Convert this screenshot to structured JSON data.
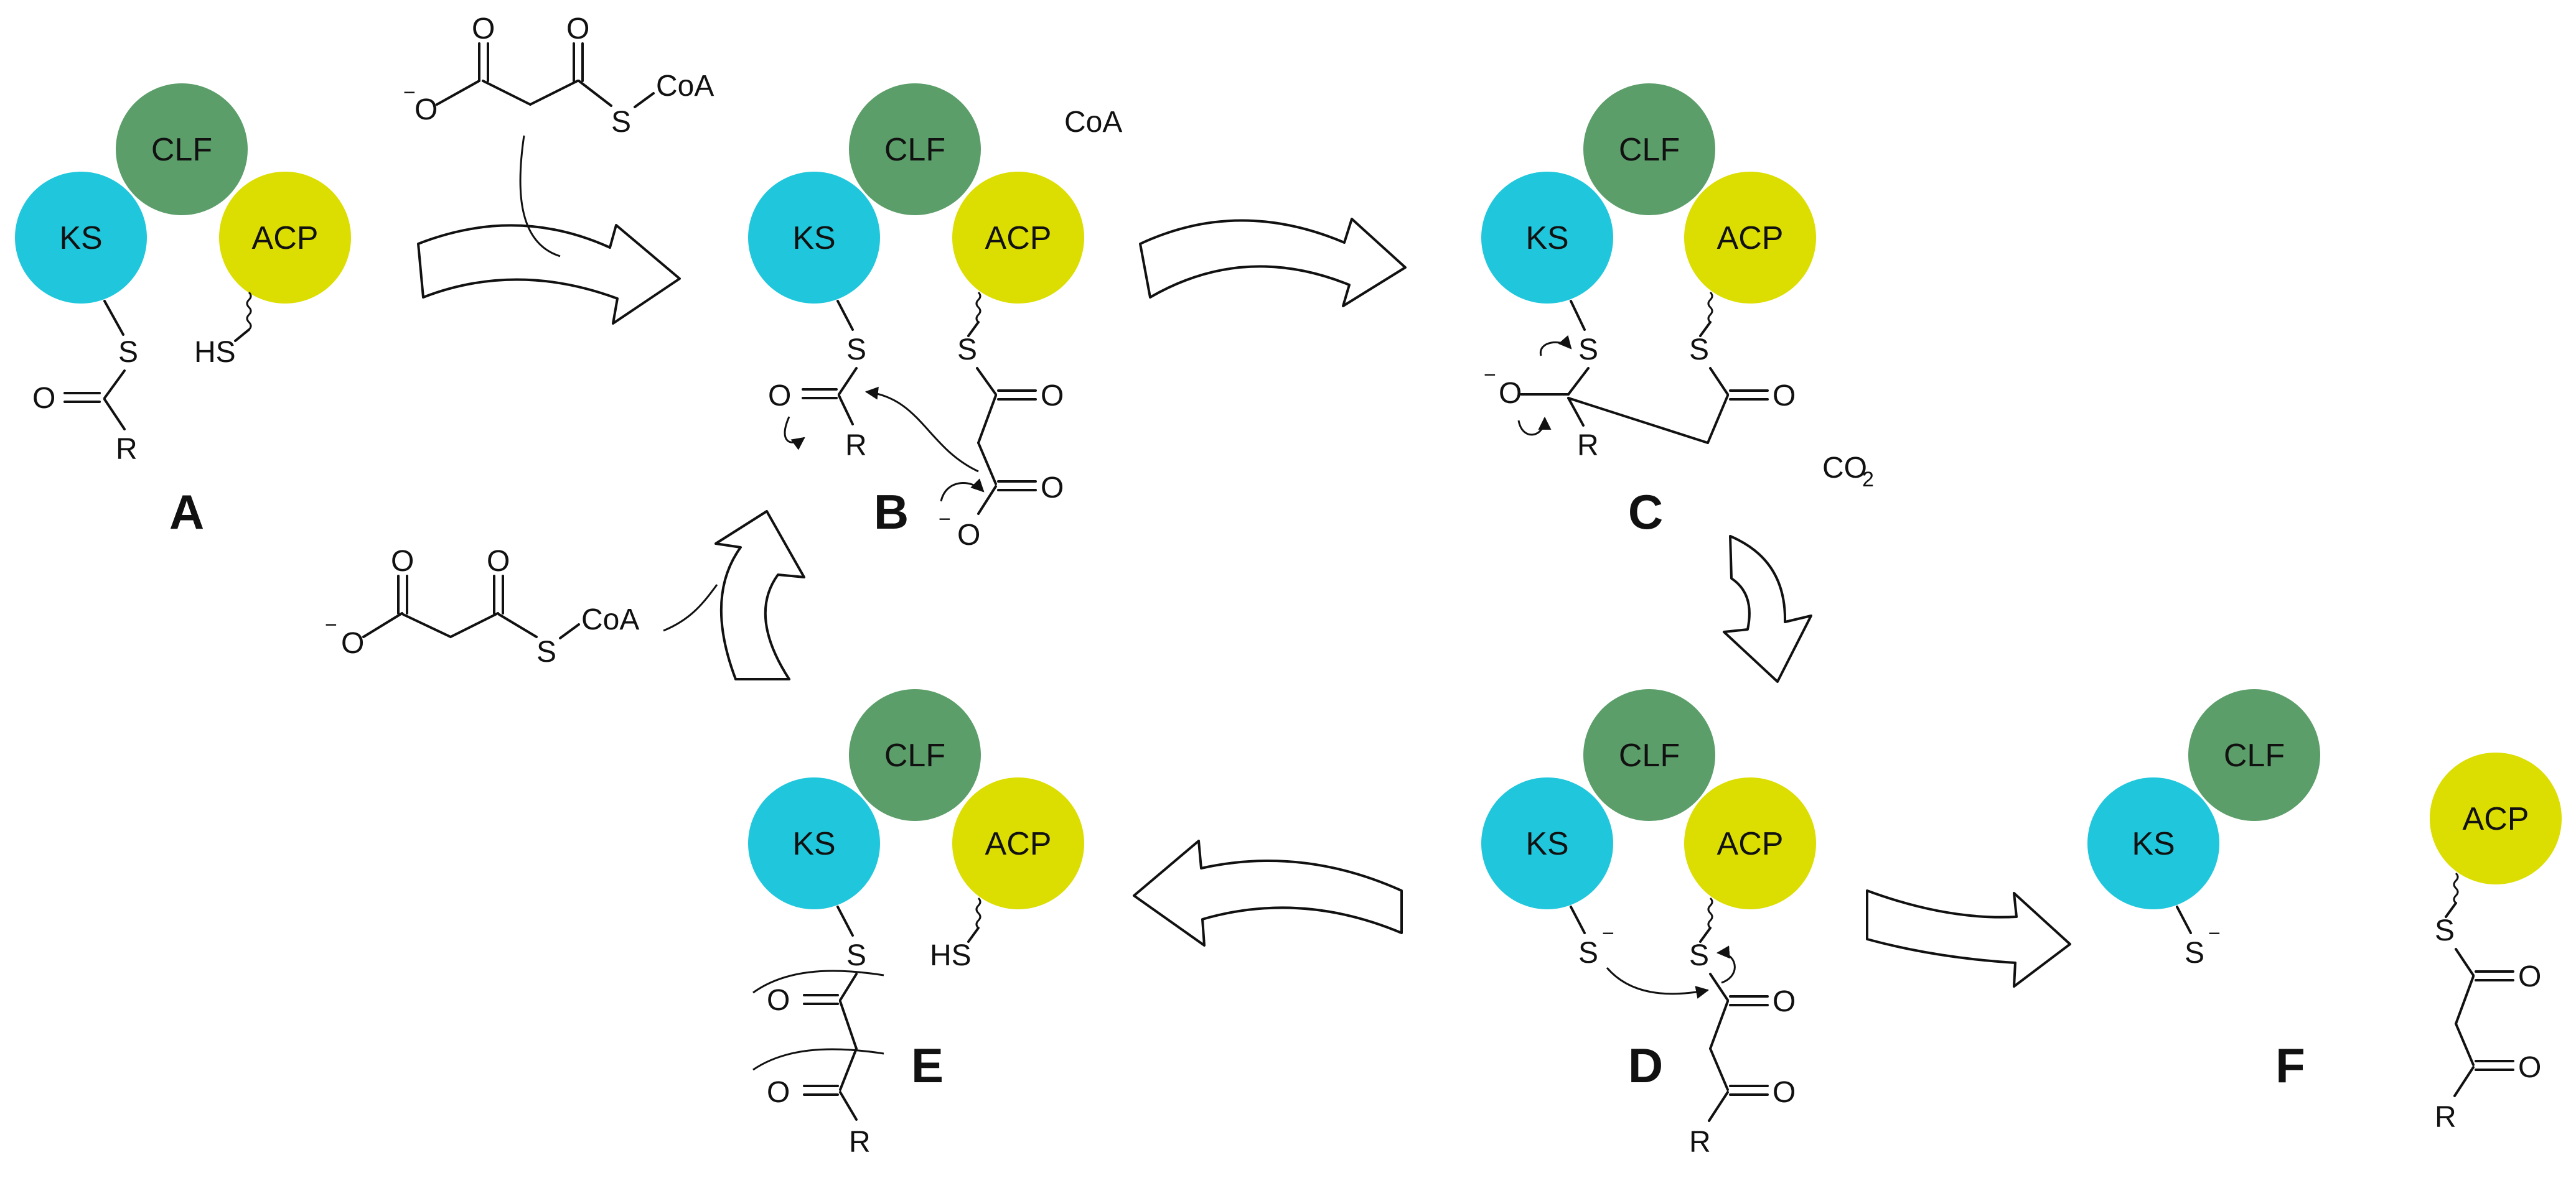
{
  "colors": {
    "ks": "#20c7dc",
    "clf": "#5c9e6a",
    "acp": "#dcdd00"
  },
  "proteins": {
    "ks": "KS",
    "clf": "CLF",
    "acp": "ACP"
  },
  "atoms": {
    "s": "S",
    "hs": "HS",
    "o": "O",
    "r": "R",
    "coa": "CoA",
    "co": "CO",
    "two": "2",
    "minus": "−"
  },
  "steps": [
    "A",
    "B",
    "C",
    "D",
    "E",
    "F"
  ]
}
